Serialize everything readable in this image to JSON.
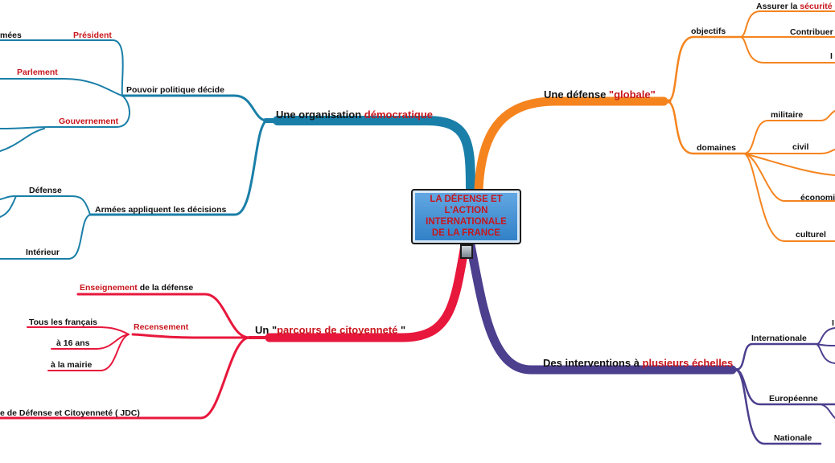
{
  "center": {
    "text": "LA DÉFENSE ET\nL'ACTION\nINTERNATIONALE\nDE LA FRANCE"
  },
  "colors": {
    "blue": "#1a7fa8",
    "orange": "#f5841f",
    "red": "#e8173c",
    "purple": "#4b3f8e",
    "label_red": "#c8161d"
  },
  "branches": {
    "organisation": {
      "label_a": "Une organisation ",
      "label_b": "démocratique",
      "pouvoir": "Pouvoir politique décide",
      "president": "Président",
      "armees_cut": "mées",
      "parlement": "Parlement",
      "gouvernement": "Gouvernement",
      "armees": "Armées appliquent les décisions",
      "defense": "Défense",
      "interieur": "Intérieur"
    },
    "globale": {
      "label_a": "Une défense  ",
      "label_b": "\"globale\"",
      "objectifs": "objectifs",
      "assurer_a": "Assurer la ",
      "assurer_b": "sécurité d",
      "contribuer": "Contribuer",
      "domaines": "domaines",
      "militaire": "militaire",
      "civil": "civil",
      "economique": "économi",
      "culturel": "culturel"
    },
    "parcours": {
      "label_a": "Un \"",
      "label_b": "parcours de citoyenneté",
      "label_c": " \"",
      "enseignement_a": "Enseignement",
      "enseignement_b": " de la défense",
      "recensement": "Recensement",
      "tous": "Tous les français",
      "age": "à 16 ans",
      "mairie": "à la mairie",
      "jdc": "e de Défense et Citoyenneté ( JDC)"
    },
    "interventions": {
      "label_a": "Des interventions à  ",
      "label_b": "plusieurs échelles",
      "internationale": "Internationale",
      "europeenne": "Européenne",
      "nationale": "Nationale"
    }
  }
}
